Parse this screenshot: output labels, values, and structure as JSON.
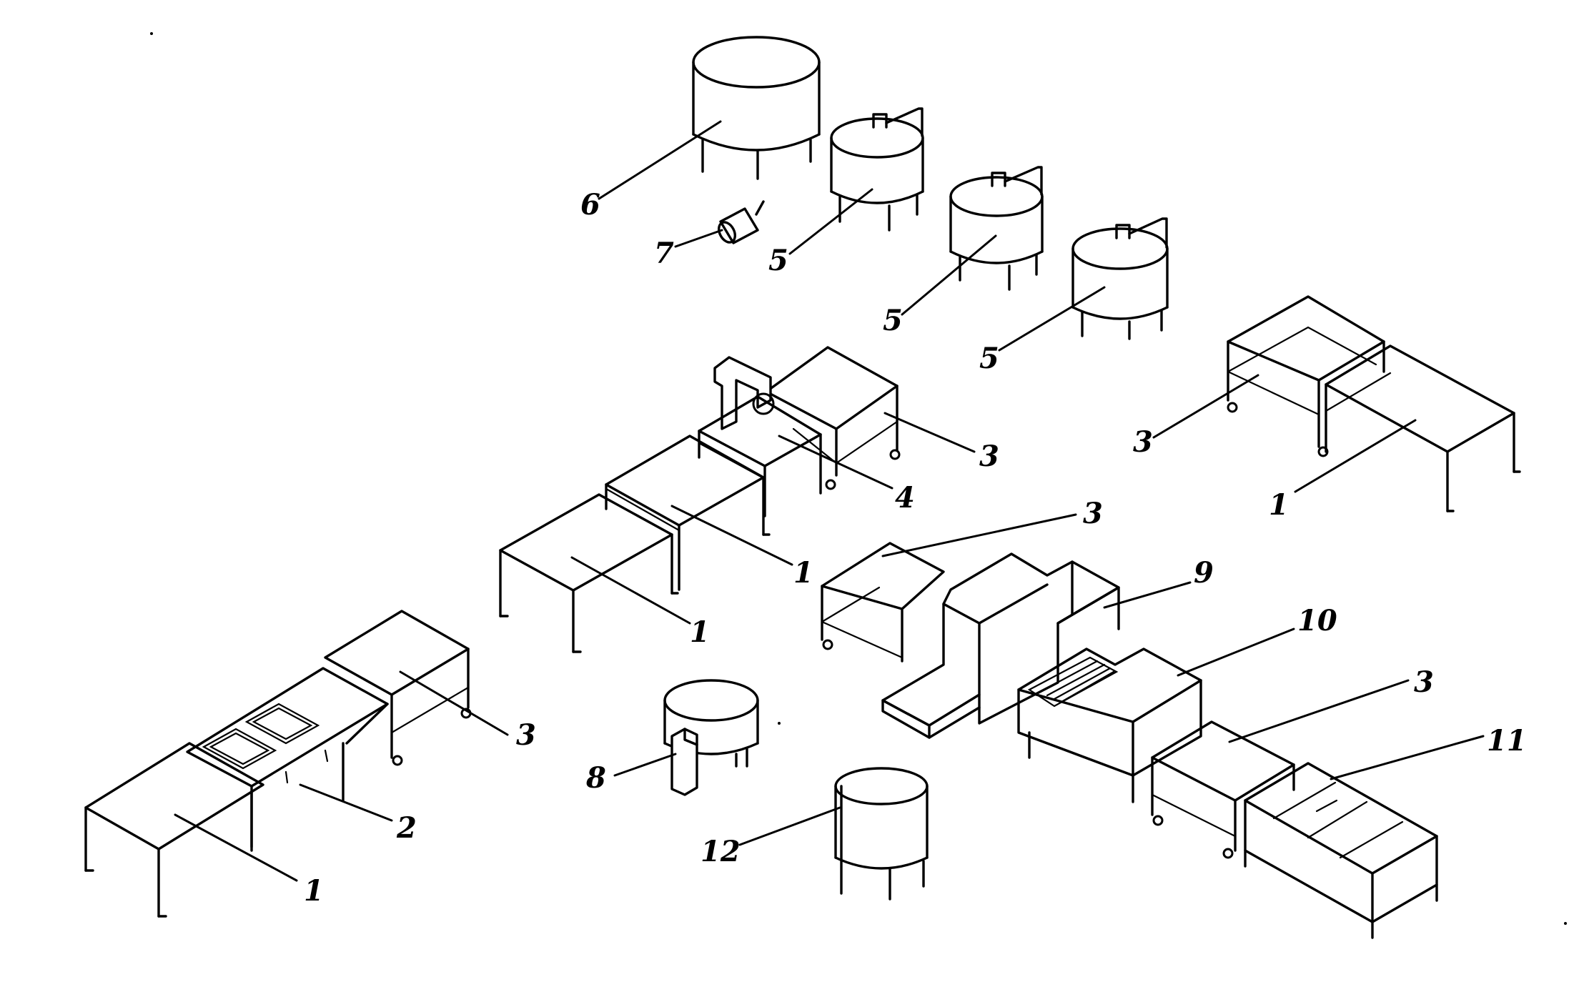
{
  "figure": {
    "labels": {
      "tank_large": "6",
      "pump": "7",
      "kettle_1": "5",
      "kettle_2": "5",
      "kettle_3": "5",
      "table_top_right": "1",
      "cart_top_right": "3",
      "cart_with_slicer": "3",
      "slicer_table": "4",
      "table_mid_1": "1",
      "table_mid_2": "1",
      "cart_at_machine": "3",
      "machine_9": "9",
      "machine_10": "10",
      "cart_lower_right": "3",
      "box_11": "11",
      "cart_lower_left": "3",
      "sink_table": "2",
      "table_lower_left": "1",
      "vessel_8": "8",
      "vessel_12": "12"
    }
  }
}
